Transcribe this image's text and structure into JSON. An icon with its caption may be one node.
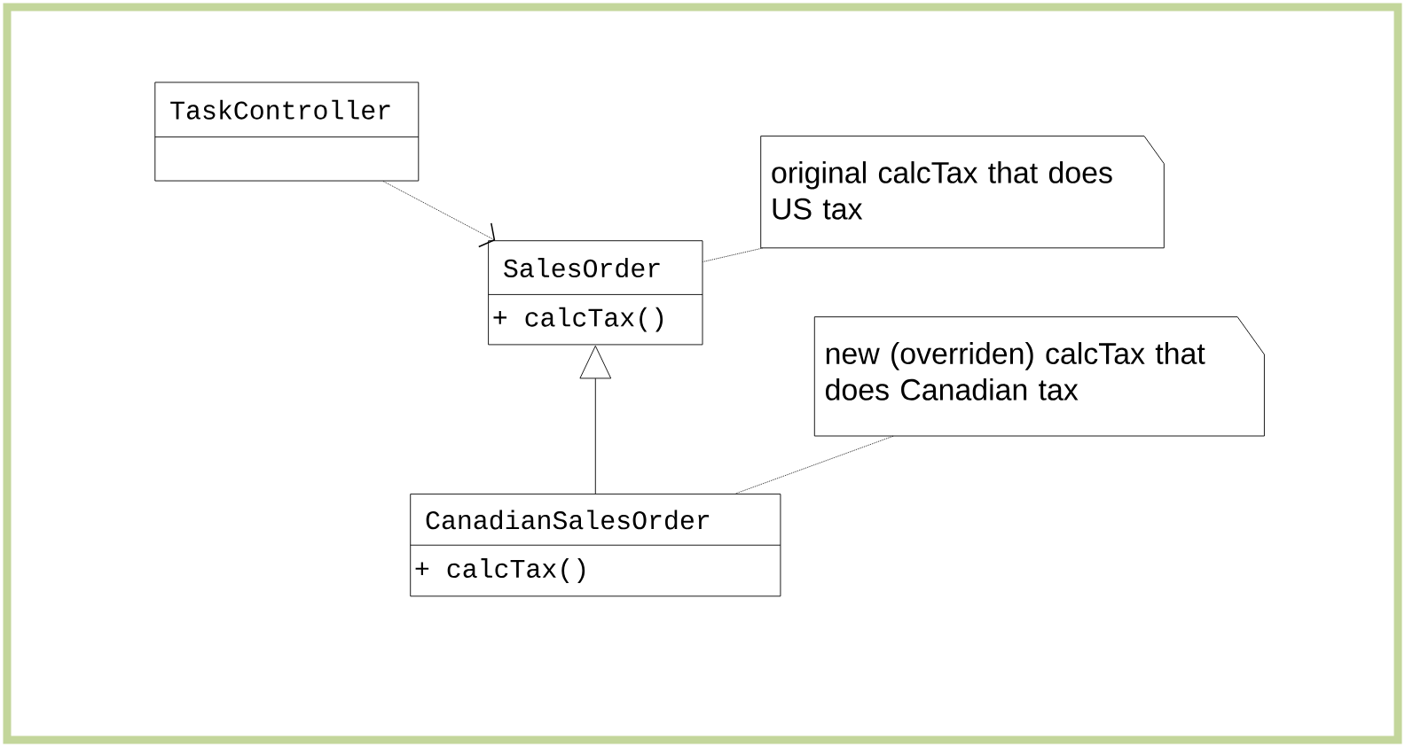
{
  "diagram": {
    "nodes": [
      {
        "text": [
          "TaskController"
        ]
      },
      {
        "text": [
          "SalesOrder",
          "+ calcTax()"
        ]
      },
      {
        "text": [
          "CanadianSalesOrder",
          "+ calcTax()"
        ]
      },
      {
        "text": [
          "original calcTax that does US tax"
        ]
      },
      {
        "text": [
          "new (overriden) calcTax that does Canadian tax"
        ]
      }
    ],
    "edges": [
      {
        "from": 0,
        "to": 1,
        "arrow": "to",
        "style": "dashed"
      },
      {
        "from": 2,
        "to": 1,
        "arrow": "to"
      },
      {
        "from": 3,
        "to": 1,
        "arrow": "none",
        "style": "dashed"
      },
      {
        "from": 4,
        "to": 2,
        "arrow": "none",
        "style": "dashed"
      }
    ]
  }
}
